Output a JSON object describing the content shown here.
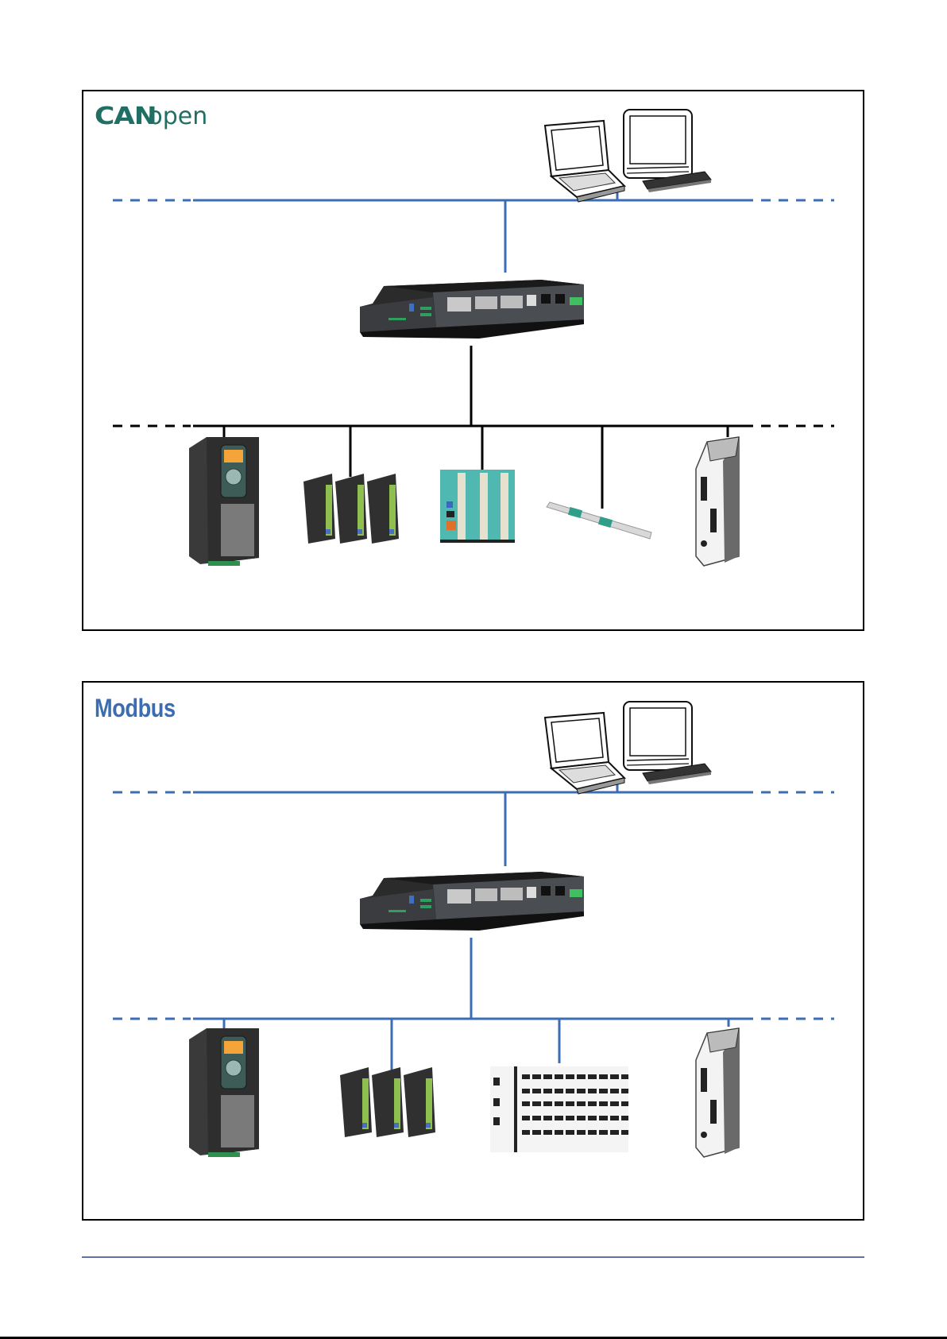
{
  "page": {
    "footer_rule_color": "#6670a8"
  },
  "diagrams": [
    {
      "id": "canopen",
      "title_bold": "CAN",
      "title_light": "open",
      "title_color": "#1f6f64",
      "upper_bus_color": "#3b6db3",
      "field_bus_color": "#000000",
      "upper_nodes": [
        "laptop",
        "desktop-computer"
      ],
      "controller": "embedded-industrial-controller",
      "field_devices": [
        "inverter-drive",
        "signal-conditioner-modules",
        "io-module-rack",
        "linear-position-sensor",
        "servo-drive"
      ]
    },
    {
      "id": "modbus",
      "title_bold": "Modbus",
      "title_light": "",
      "title_color": "#3b6db3",
      "upper_bus_color": "#3b6db3",
      "field_bus_color": "#3b6db3",
      "upper_nodes": [
        "laptop",
        "desktop-computer"
      ],
      "controller": "embedded-industrial-controller",
      "field_devices": [
        "inverter-drive",
        "signal-conditioner-modules",
        "terminal-io-block",
        "servo-drive"
      ]
    }
  ]
}
